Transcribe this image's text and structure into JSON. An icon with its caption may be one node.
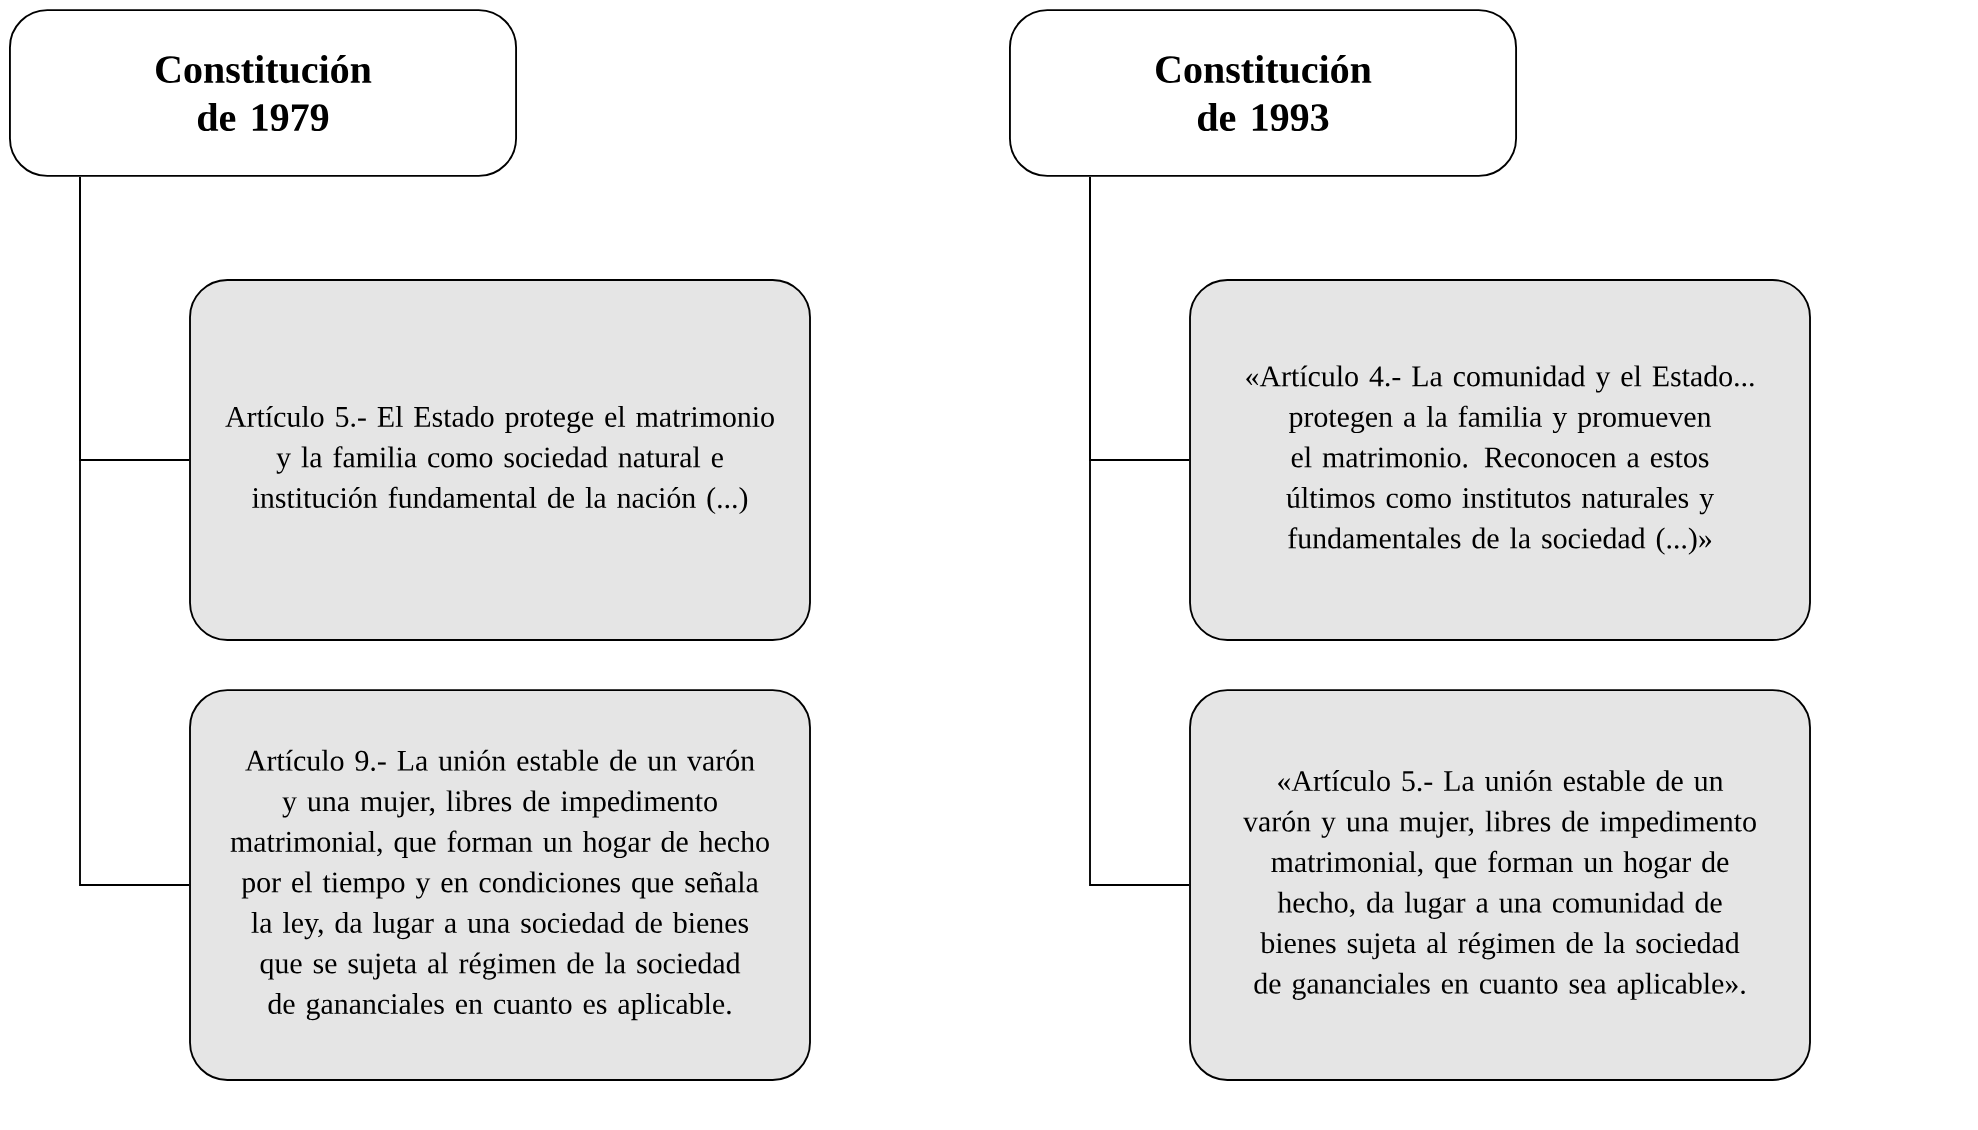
{
  "diagram": {
    "nodes": [
      {
        "text": [
          "Constitución de 1979"
        ]
      },
      {
        "text": [
          "Artículo 5.- El Estado protege el matrimonio y la familia como sociedad natural e institución fundamental de la nación (...)"
        ]
      },
      {
        "text": [
          "Artículo 9.- La unión estable de un varón y una mujer, libres de impedimento matrimonial, que forman un hogar de hecho por el tiempo y en condiciones que señala la ley, da lugar a una sociedad de bienes que se sujeta al régimen de la sociedad de gananciales en cuanto es aplicable."
        ]
      },
      {
        "text": [
          "Constitución de 1993"
        ]
      },
      {
        "text": [
          "«Artículo 4.- La comunidad y el Estado... protegen a la familia y promueven el matrimonio. Reconocen a estos últimos como institutos naturales y fundamentales de la sociedad (...)»"
        ]
      },
      {
        "text": [
          "«Artículo 5.- La unión estable de un varón y una mujer, libres de impedimento matrimonial, que forman un hogar de hecho, da lugar a una comunidad de bienes sujeta al régimen de la sociedad de gananciales en cuanto sea aplicable»."
        ]
      }
    ],
    "edges": [
      {
        "from": 0,
        "to": 1,
        "arrow": "none"
      },
      {
        "from": 0,
        "to": 2,
        "arrow": "none"
      },
      {
        "from": 3,
        "to": 4,
        "arrow": "none"
      },
      {
        "from": 3,
        "to": 5,
        "arrow": "none"
      }
    ]
  }
}
